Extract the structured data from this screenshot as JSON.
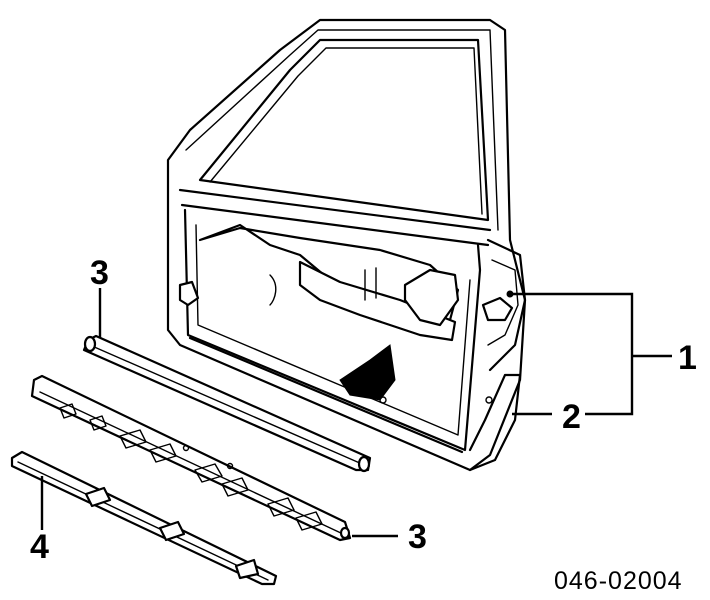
{
  "diagram": {
    "callouts": {
      "c1": "1",
      "c2": "2",
      "c3_top": "3",
      "c3_bottom": "3",
      "c4": "4"
    },
    "part_number": "046-02004"
  }
}
